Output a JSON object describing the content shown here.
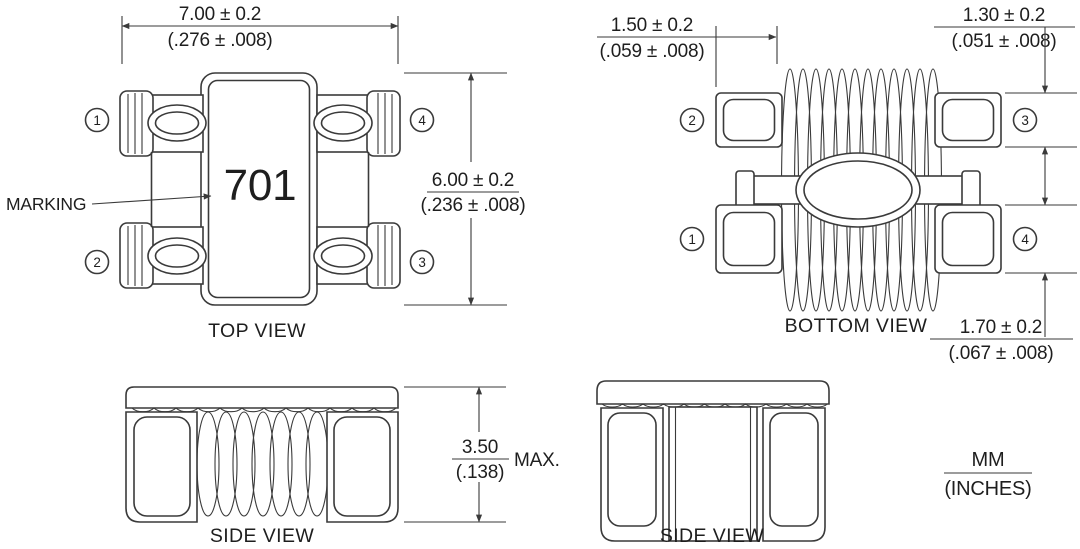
{
  "colors": {
    "line": "#3a3a3a",
    "text": "#1e1e1e",
    "background": "#ffffff"
  },
  "top_view": {
    "label": "TOP VIEW",
    "marking_label": "MARKING",
    "marking_value": "701",
    "pin_top_left": "1",
    "pin_top_right": "4",
    "pin_bottom_left": "2",
    "pin_bottom_right": "3",
    "width_dim_mm": "7.00 ± 0.2",
    "width_dim_in": "(.276 ± .008)",
    "height_dim_mm": "6.00 ± 0.2",
    "height_dim_in": "(.236 ± .008)"
  },
  "bottom_view": {
    "label": "BOTTOM VIEW",
    "pin_top_left": "2",
    "pin_top_right": "3",
    "pin_bottom_left": "1",
    "pin_bottom_right": "4",
    "lead_spacing_dim_mm": "1.50 ± 0.2",
    "lead_spacing_dim_in": "(.059 ± .008)",
    "pad_top_dim_mm": "1.30 ± 0.2",
    "pad_top_dim_in": "(.051 ± .008)",
    "pad_bottom_dim_mm": "1.70 ± 0.2",
    "pad_bottom_dim_in": "(.067 ± .008)"
  },
  "side_view_left": {
    "label": "SIDE VIEW",
    "height_dim_mm": "3.50",
    "height_dim_in": "(.138)",
    "height_dim_qualifier": "MAX."
  },
  "side_view_right": {
    "label": "SIDE VIEW"
  },
  "units_note": {
    "mm": "MM",
    "inches": "(INCHES)"
  }
}
